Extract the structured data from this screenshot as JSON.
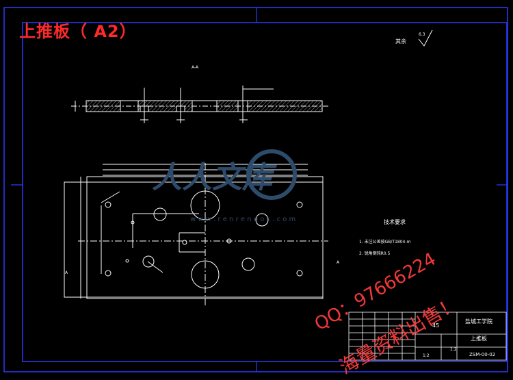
{
  "overlay": {
    "title": "上推板（ A2）",
    "qq_line": "QQ：97666224",
    "sale_line": "海量资料出售！"
  },
  "drawing": {
    "section_label": "A-A",
    "roughness_label": "其余",
    "roughness_value": "6.3",
    "tech_title": "技术要求",
    "tech_items": [
      "1. 未注公差按GB/T1804-m",
      "2. 锐角倒钝R0.5"
    ],
    "cut_marks": [
      "A",
      "A"
    ],
    "watermark_main": "人人文库",
    "watermark_url": "w w w . r e n r e n d o c . c o m"
  },
  "title_block": {
    "material": "45",
    "school": "盐城工学院",
    "part_name": "上推板",
    "drawing_no": "ZSM-00-02",
    "scale": "1:2",
    "sheet": "1:2"
  },
  "colors": {
    "frame": "#2b3cff",
    "line": "#ffffff",
    "hatch": "#ffffff",
    "center": "#ffffff",
    "overlay": "#ff2a2a",
    "watermark": "#2d4b6a"
  }
}
